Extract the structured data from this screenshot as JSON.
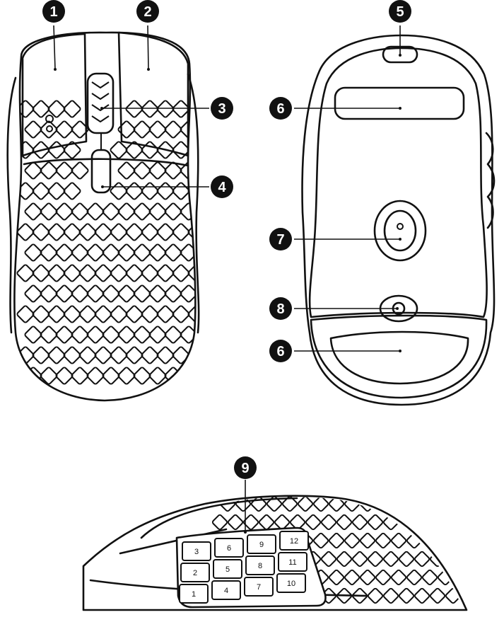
{
  "callouts": {
    "c1": "1",
    "c2": "2",
    "c3": "3",
    "c4": "4",
    "c5": "5",
    "c6a": "6",
    "c6b": "6",
    "c7": "7",
    "c8": "8",
    "c9": "9"
  },
  "side_buttons": {
    "b1": "1",
    "b2": "2",
    "b3": "3",
    "b4": "4",
    "b5": "5",
    "b6": "6",
    "b7": "7",
    "b8": "8",
    "b9": "9",
    "b10": "10",
    "b11": "11",
    "b12": "12"
  },
  "colors": {
    "line": "#111111",
    "background": "#ffffff"
  }
}
